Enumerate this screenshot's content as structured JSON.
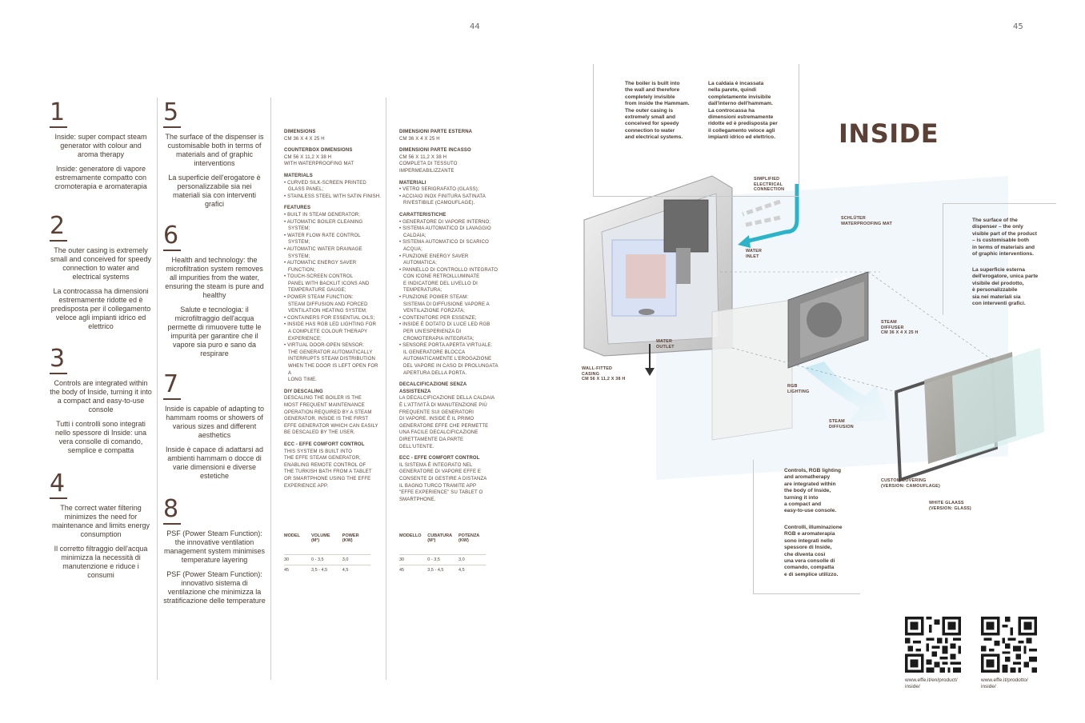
{
  "pages": {
    "left": "44",
    "right": "45"
  },
  "features": [
    {
      "num": "1",
      "en": "Inside: super compact steam generator with colour and aroma therapy",
      "it": "Inside: generatore di vapore estremamente compatto con cromoterapia e aromaterapia"
    },
    {
      "num": "2",
      "en": "The outer casing is extremely small and conceived for speedy connection to water and electrical systems",
      "it": "La controcassa ha dimensioni estremamente ridotte ed è predisposta per il collegamento veloce agli impianti idrico ed elettrico"
    },
    {
      "num": "3",
      "en": "Controls are integrated within the body of Inside, turning it into a compact and easy-to-use console",
      "it": "Tutti i controlli sono integrati nello spessore di Inside: una vera consolle di comando, semplice e compatta"
    },
    {
      "num": "4",
      "en": "The correct water filtering minimizes the need for maintenance and limits energy consumption",
      "it": "Il corretto filtraggio dell'acqua minimizza la necessità di manutenzione e riduce i consumi"
    },
    {
      "num": "5",
      "en": "The surface of the dispenser is customisable both in terms of materials and of graphic interventions",
      "it": "La superficie dell'erogatore è personalizzabile sia nei materiali sia con interventi grafici"
    },
    {
      "num": "6",
      "en": "Health and technology: the microfiltration system removes all impurities from the water, ensuring the steam is pure and healthy",
      "it": "Salute e tecnologia: il microfiltraggio dell'acqua permette di rimuovere tutte le impurità per garantire che il vapore sia puro e sano da respirare"
    },
    {
      "num": "7",
      "en": "Inside is capable of adapting to hammam rooms or showers of various sizes and different aesthetics",
      "it": "Inside è capace di adattarsi ad ambienti hammam o docce di varie dimensioni e diverse estetiche"
    },
    {
      "num": "8",
      "en": "PSF (Power Steam Function): the innovative ventilation management system minimises temperature layering",
      "it": "PSF (Power Steam Function): innovativo sistema di ventilazione che minimizza la stratificazione delle temperature"
    }
  ],
  "spec_en": {
    "dimensions_h": "DIMENSIONS",
    "dimensions": "CM 36 X 4 X 25 H",
    "counterbox_h": "COUNTERBOX DIMENSIONS",
    "counterbox": "CM 56 X 11,2 X 38 H\nWITH WATERPROOFING MAT",
    "materials_h": "MATERIALS",
    "materials": [
      "CURVED SILK-SCREEN PRINTED\nGLASS PANEL;",
      "STAINLESS STEEL WITH SATIN FINISH."
    ],
    "features_h": "FEATURES",
    "features": [
      "BUILT IN STEAM GENERATOR;",
      "AUTOMATIC BOILER CLEANING\nSYSTEM;",
      "WATER FLOW RATE CONTROL SYSTEM;",
      "AUTOMATIC WATER DRAINAGE\nSYSTEM;",
      "AUTOMATIC ENERGY SAVER\nFUNCTION;",
      "TOUCH-SCREEN CONTROL\nPANEL WITH BACKLIT ICONS AND\nTEMPERATURE GAUGE;",
      "POWER STEAM FUNCTION:\nSTEAM DIFFUSION AND FORCED\nVENTILATION HEATING SYSTEM;",
      "CONTAINERS FOR ESSENTIAL OILS;",
      "INSIDE HAS RGB LED LIGHTING FOR\nA COMPLETE COLOUR THERAPY\nEXPERIENCE;",
      "VIRTUAL DOOR-OPEN SENSOR:\nTHE GENERATOR AUTOMATICALLY\nINTERRUPTS STEAM DISTRIBUTION\nWHEN THE DOOR IS LEFT OPEN FOR A\nLONG TIME."
    ],
    "descaling_h": "DIY DESCALING",
    "descaling": "DESCALING THE BOILER IS THE\nMOST FREQUENT MAINTENANCE\nOPERATION REQUIRED BY A STEAM\nGENERATOR. INSIDE IS THE FIRST\nEFFE GENERATOR WHICH CAN EASILY\nBE DESCALED BY THE USER.",
    "ecc_h": "ECC - EFFE COMFORT CONTROL",
    "ecc": "THIS SYSTEM IS BUILT INTO\nTHE EFFE STEAM GENERATOR,\nENABLING REMOTE CONTROL OF\nTHE TURKISH BATH FROM A TABLET\nOR SMARTPHONE USING THE EFFE\nEXPERIENCE APP.",
    "table_head": [
      "MODEL",
      "VOLUME\n(M³)",
      "POWER\n(KW)"
    ],
    "table_rows": [
      [
        "30",
        "0 - 3,5",
        "3,0"
      ],
      [
        "45",
        "3,5 - 4,5",
        "4,5"
      ]
    ]
  },
  "spec_it": {
    "dimensions_h": "DIMENSIONI PARTE ESTERNA",
    "dimensions": "CM 36 X 4 X 25 H",
    "counterbox_h": "DIMENSIONI PARTE INCASSO",
    "counterbox": "CM 56 X 11,2 X 38 H\nCOMPLETA DI TESSUTO\nIMPERMEABILIZZANTE",
    "materials_h": "MATERIALI",
    "materials": [
      "VETRO SERIGRAFATO (GLASS);",
      "ACCIAIO INOX FINITURA SATINATA\nRIVESTIBILE (CAMOUFLAGE)."
    ],
    "features_h": "CARATTERISTICHE",
    "features": [
      "GENERATORE DI VAPORE INTERNO;",
      "SISTEMA AUTOMATICO DI LAVAGGIO\nCALDAIA;",
      "SISTEMA AUTOMATICO DI SCARICO\nACQUA;",
      "FUNZIONE ENERGY SAVER\nAUTOMATICA;",
      "PANNELLO DI CONTROLLO INTEGRATO\nCON ICONE RETROILLUMINATE\nE INDICATORE DEL LIVELLO DI\nTEMPERATURA;",
      "FUNZIONE POWER STEAM:\nSISTEMA DI DIFFUSIONE VAPORE A\nVENTILAZIONE FORZATA;",
      "CONTENITORE PER ESSENZE;",
      "INSIDE È DOTATO DI LUCE LED RGB\nPER UN'ESPERIENZA DI\nCROMOTERAPIA INTEGRATA;",
      "SENSORE PORTA APERTA VIRTUALE:\nIL GENERATORE BLOCCA\nAUTOMATICAMENTE L'EROGAZIONE\nDEL VAPORE IN CASO DI PROLUNGATA\nAPERTURA DELLA PORTA."
    ],
    "descaling_h": "DECALCIFICAZIONE SENZA\nASSISTENZA",
    "descaling": "LA DECALCIFICAZIONE DELLA CALDAIA\nÈ L'ATTIVITÀ DI MANUTENZIONE PIÙ\nFREQUENTE SUI GENERATORI\nDI VAPORE. INSIDE È IL PRIMO\nGENERATORE EFFE CHE PERMETTE\nUNA FACILE DECALCIFICAZIONE\nDIRETTAMENTE DA PARTE\nDELL'UTENTE.",
    "ecc_h": "ECC - EFFE COMFORT CONTROL",
    "ecc": "IL SISTEMA È INTEGRATO NEL\nGENERATORE DI VAPORE EFFE E\nCONSENTE DI GESTIRE A DISTANZA\nIL BAGNO TURCO TRAMITE APP\n\"EFFE EXPERIENCE\" SU TABLET O\nSMARTPHONE.",
    "table_head": [
      "MODELLO",
      "CUBATURA\n(M³)",
      "POTENZA\n(KW)"
    ],
    "table_rows": [
      [
        "30",
        "0 - 3,5",
        "3,0"
      ],
      [
        "45",
        "3,5 - 4,5",
        "4,5"
      ]
    ]
  },
  "right": {
    "title": "INSIDE",
    "boiler_en": "The boiler is built into\nthe wall and therefore\ncompletely invisible\nfrom inside the Hammam.\nThe outer casing is\nextremely small and\nconceived for speedy\nconnection to water\nand electrical systems.",
    "boiler_it": "La caldaia è incassata\nnella parete, quindi\ncompletamente invisibile\ndall'interno dell'hammam.\nLa controcassa ha\ndimensioni estremamente\nridotte ed è predisposta per\nil collegamento veloce agli\nimpianti idrico ed elettrico.",
    "surface_en": "The surface of the\ndispenser – the only\nvisible part of the product\n– is customisable both\nin terms of materials and\nof graphic interventions.",
    "surface_it": "La superficie esterna\ndell'erogatore, unica parte\nvisibile del prodotto,\nè personalizzabile\nsia nei materiali sia\ncon interventi grafici.",
    "controls_en": "Controls, RGB lighting\nand aromatherapy\nare integrated within\nthe body of Inside,\nturning it into\na compact and\neasy-to-use console.",
    "controls_it": "Controlli, illuminazione\nRGB e aromaterapia\nsono integrati nello\nspessore di Inside,\nche diventa così\nuna vera consolle di\ncomando, compatta\ne di semplice utilizzo.",
    "labels": {
      "electrical": "SIMPLIFIED\nELECTRICAL\nCONNECTION",
      "water_inlet": "WATER\nINLET",
      "schluter": "SCHLÜTER\nWATERPROOFING MAT",
      "water_outlet": "WATER\nOUTLET",
      "casing": "WALL-FITTED\nCASING\nCM 56 X 11,2 X 38 H",
      "rgb": "RGB\nLIGHTING",
      "steam_diffuser": "STEAM\nDIFFUSER\nCM  36 X 4 X 25 H",
      "steam_diffusion": "STEAM\nDIFFUSION",
      "custom_covering": "CUSTOM COVERING\n(VERSION: CAMOUFLAGE)",
      "white_glass": "WHITE GLAASS\n(VERSION: GLASS)"
    },
    "url_en": "www.effe.it/en/product/\ninside/",
    "url_it": "www.effe.it/prodotto/\ninside/"
  },
  "colors": {
    "brand": "#5b4035",
    "cyan": "#2bb3c9",
    "steam": "#9fd6ea"
  }
}
